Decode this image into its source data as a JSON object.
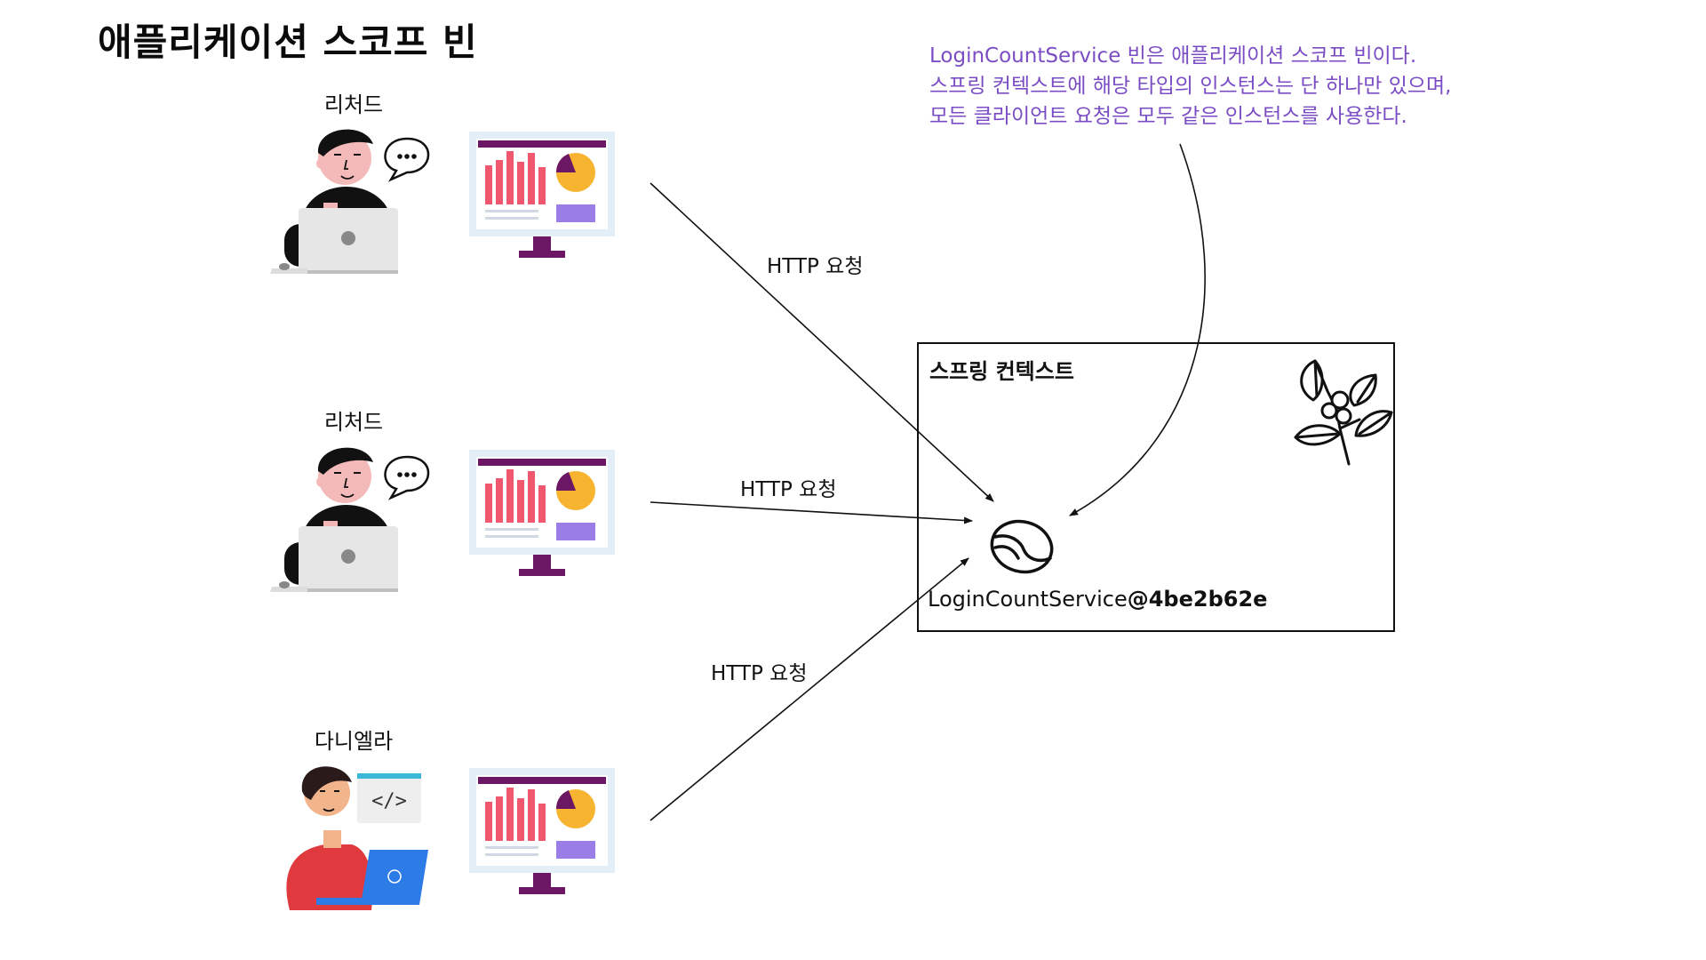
{
  "title": "애플리케이션 스코프 빈",
  "note": {
    "lines": [
      "LoginCountService 빈은 애플리케이션 스코프 빈이다.",
      "스프링 컨텍스트에 해당 타입의 인스턴스는 단 하나만 있으며,",
      "모든 클라이언트 요청은 모두 같은 인스턴스를 사용한다."
    ],
    "color": "#7b4dc4"
  },
  "users": [
    {
      "name": "리처드"
    },
    {
      "name": "리처드"
    },
    {
      "name": "다니엘라"
    }
  ],
  "requests": [
    {
      "label": "HTTP 요청"
    },
    {
      "label": "HTTP 요청"
    },
    {
      "label": "HTTP 요청"
    }
  ],
  "context": {
    "title": "스프링 컨텍스트",
    "bean_name": "LoginCountService",
    "bean_hash": "@4be2b62e"
  },
  "icons": {
    "plant": "spring-leaf-icon",
    "bean": "coffee-bean-icon",
    "monitor": "dashboard-monitor-icon",
    "speech": "speech-bubble-icon",
    "code": "code-window-icon"
  },
  "colors": {
    "accent_purple": "#7b4dc4",
    "bar_pink": "#f0566e",
    "pie_yellow": "#f6b431",
    "monitor_frame": "#6b1763"
  }
}
